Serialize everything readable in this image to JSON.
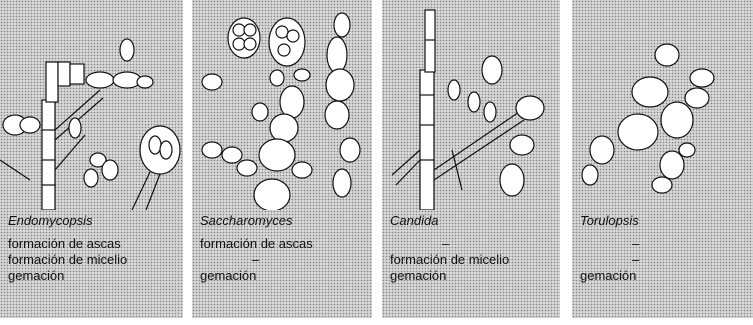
{
  "panels": [
    {
      "genus": "Endomycopsis",
      "properties": [
        "formación de ascas",
        "formación de micelio",
        "gemación"
      ]
    },
    {
      "genus": "Saccharomyces",
      "properties": [
        "formación de ascas",
        "–",
        "gemación"
      ]
    },
    {
      "genus": "Candida",
      "properties": [
        "–",
        "formación de micelio",
        "gemación"
      ]
    },
    {
      "genus": "Torulopsis",
      "properties": [
        "–",
        "–",
        "gemación"
      ]
    }
  ]
}
